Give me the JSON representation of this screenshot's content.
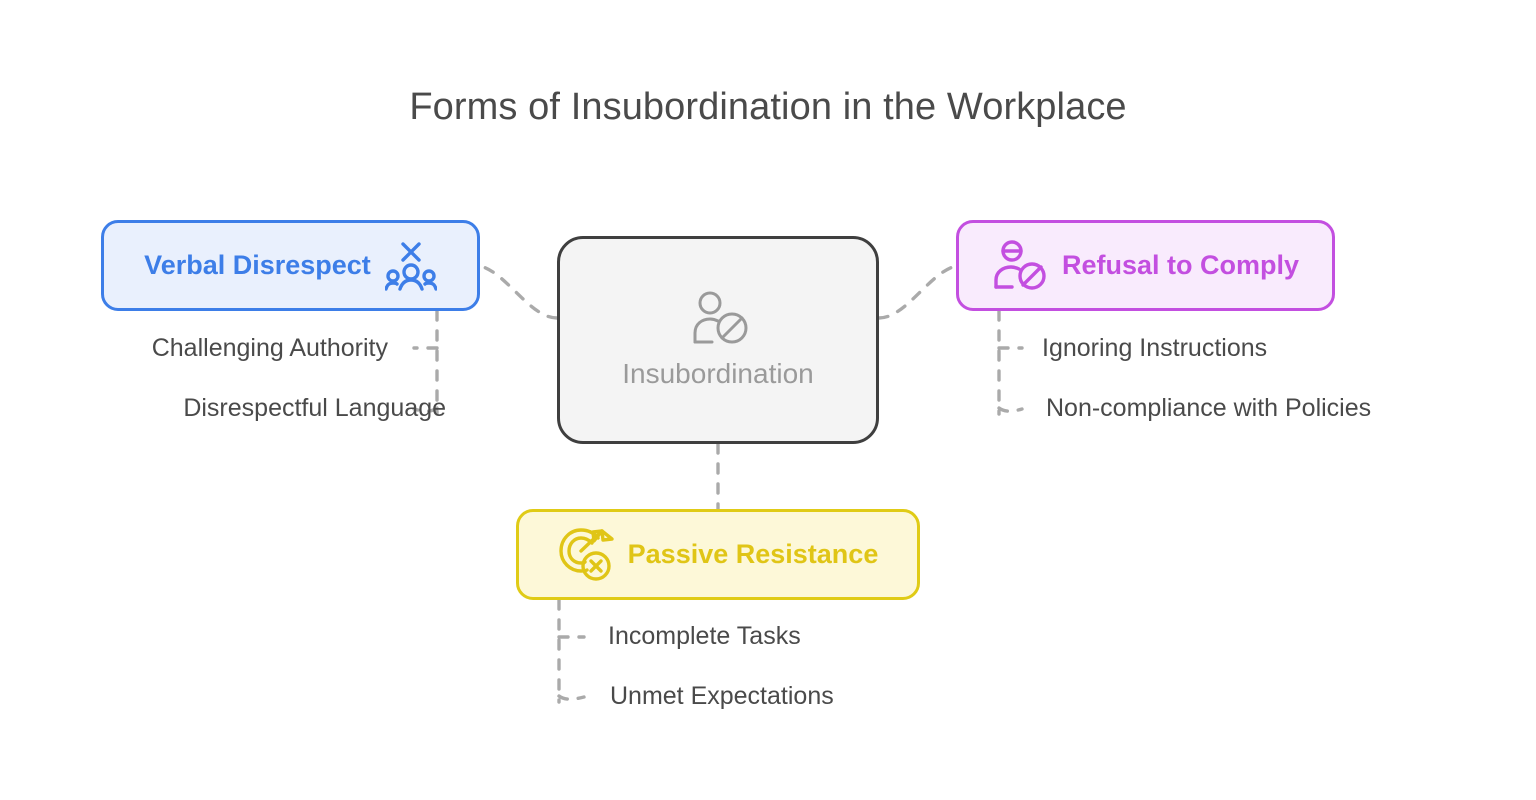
{
  "title": "Forms of Insubordination in the Workplace",
  "colors": {
    "background": "#ffffff",
    "title_text": "#4a4a4a",
    "leaf_text": "#4a4a4a",
    "connector": "#aaaaaa",
    "center_border": "#3f3f3f",
    "center_fill": "#f4f4f4",
    "center_text": "#9a9a9a",
    "blue": "#3d7ee8",
    "blue_fill": "#e9f0fd",
    "purple": "#c34fe0",
    "purple_fill": "#f9ebfd",
    "yellow": "#e0c516",
    "yellow_fill": "#fdf8d8"
  },
  "center": {
    "label": "Insubordination",
    "icon": "person-prohibited-icon"
  },
  "branches": [
    {
      "id": "verbal",
      "label": "Verbal Disrespect",
      "icon": "people-group-x-icon",
      "icon_position": "right",
      "color": "#3d7ee8",
      "leaves": [
        "Challenging Authority",
        "Disrespectful Language"
      ]
    },
    {
      "id": "refusal",
      "label": "Refusal to Comply",
      "icon": "person-prohibited-icon",
      "icon_position": "left",
      "color": "#c34fe0",
      "leaves": [
        "Ignoring Instructions",
        "Non-compliance with Policies"
      ]
    },
    {
      "id": "passive",
      "label": "Passive Resistance",
      "icon": "target-arrow-x-icon",
      "icon_position": "left",
      "color": "#e0c516",
      "leaves": [
        "Incomplete Tasks",
        "Unmet Expectations"
      ]
    }
  ]
}
